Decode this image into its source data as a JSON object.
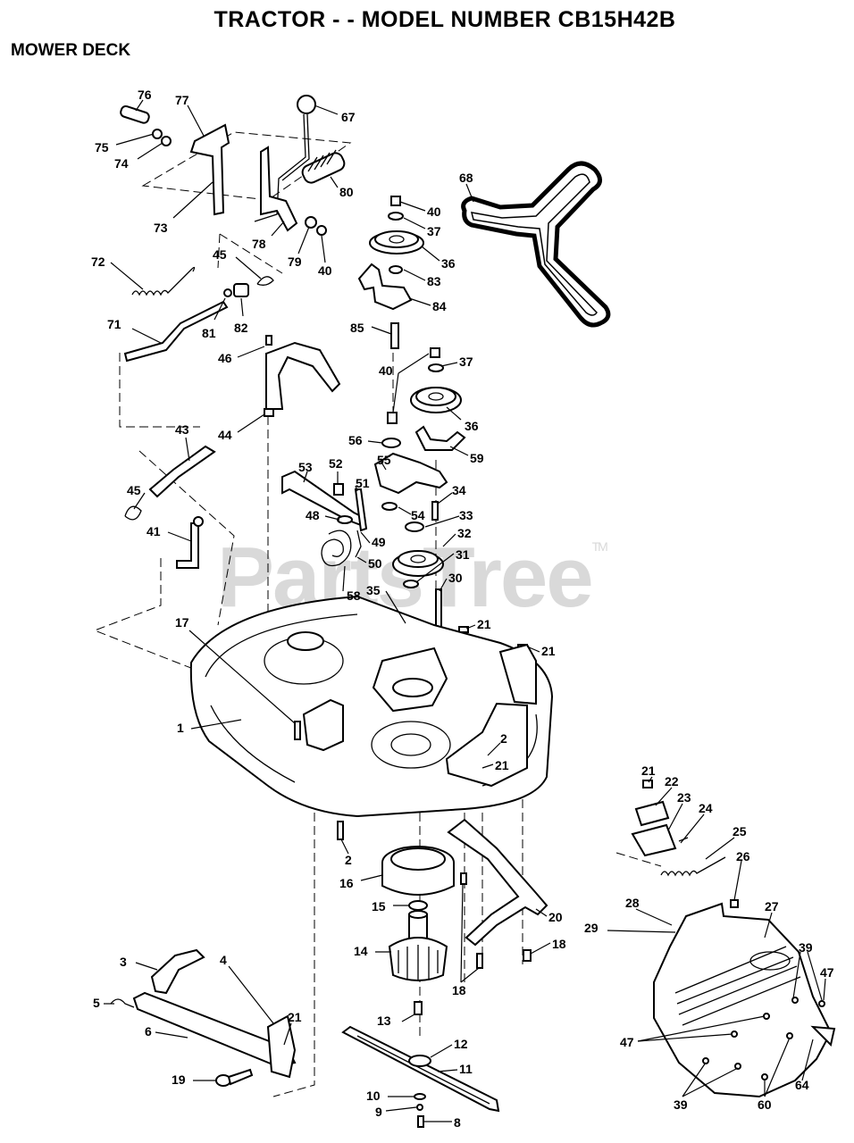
{
  "header": {
    "title": "TRACTOR - - MODEL NUMBER CB15H42B",
    "section": "MOWER DECK"
  },
  "watermark": {
    "text": "PartsTree",
    "mark": "TM"
  },
  "callouts": [
    "76",
    "77",
    "75",
    "74",
    "73",
    "67",
    "80",
    "78",
    "79",
    "40",
    "68",
    "40",
    "37",
    "36",
    "83",
    "84",
    "85",
    "72",
    "45",
    "81",
    "82",
    "71",
    "46",
    "44",
    "40",
    "37",
    "36",
    "56",
    "59",
    "55",
    "53",
    "52",
    "51",
    "34",
    "54",
    "48",
    "33",
    "32",
    "49",
    "50",
    "31",
    "30",
    "58",
    "35",
    "43",
    "45",
    "41",
    "21",
    "21",
    "17",
    "1",
    "2",
    "21",
    "2",
    "16",
    "15",
    "14",
    "20",
    "18",
    "18",
    "13",
    "12",
    "11",
    "10",
    "9",
    "8",
    "3",
    "4",
    "5",
    "6",
    "21",
    "19",
    "21",
    "22",
    "23",
    "24",
    "25",
    "26",
    "28",
    "27",
    "29",
    "39",
    "47",
    "47",
    "39",
    "60",
    "64"
  ]
}
